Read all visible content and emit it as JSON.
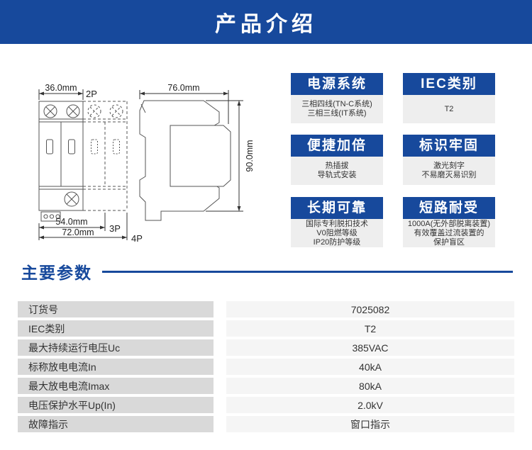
{
  "colors": {
    "accent_blue": "#17499c",
    "feature_body_bg": "#eeeeee",
    "table_label_bg": "#d9d9d9",
    "table_value_bg": "#f5f5f5"
  },
  "header": {
    "title": "产品介绍"
  },
  "drawing": {
    "front": {
      "width_label": "36.0mm",
      "pole2_label": "2P",
      "dim54_label": "54.0mm",
      "pole3_label": "3P",
      "dim72_label": "72.0mm",
      "pole4_label": "4P"
    },
    "side": {
      "width_label": "76.0mm",
      "height_label": "90.0mm"
    }
  },
  "features": [
    {
      "title": "电源系统",
      "lines": [
        "三相四线(TN-C系统)",
        "三相三线(IT系统)"
      ]
    },
    {
      "title": "IEC类别",
      "lines": [
        "T2"
      ]
    },
    {
      "title": "便捷加倍",
      "lines": [
        "热插拔",
        "导轨式安装"
      ]
    },
    {
      "title": "标识牢固",
      "lines": [
        "激光刻字",
        "不易磨灭易识别"
      ]
    },
    {
      "title": "长期可靠",
      "lines": [
        "国际专利脱扣技术",
        "V0阻燃等级",
        "IP20防护等级"
      ]
    },
    {
      "title": "短路耐受",
      "lines": [
        "1000A(无外部脱离装置)",
        "有效覆盖过流装置的",
        "保护盲区"
      ]
    }
  ],
  "section": {
    "title": "主要参数"
  },
  "params_table": {
    "rows": [
      {
        "label": "订货号",
        "value": "7025082"
      },
      {
        "label": "IEC类别",
        "value": "T2"
      },
      {
        "label": "最大持续运行电压Uc",
        "value": "385VAC"
      },
      {
        "label": "标称放电电流In",
        "value": "40kA"
      },
      {
        "label": "最大放电电流Imax",
        "value": "80kA"
      },
      {
        "label": "电压保护水平Up(In)",
        "value": "2.0kV"
      },
      {
        "label": "故障指示",
        "value": "窗口指示"
      }
    ]
  }
}
